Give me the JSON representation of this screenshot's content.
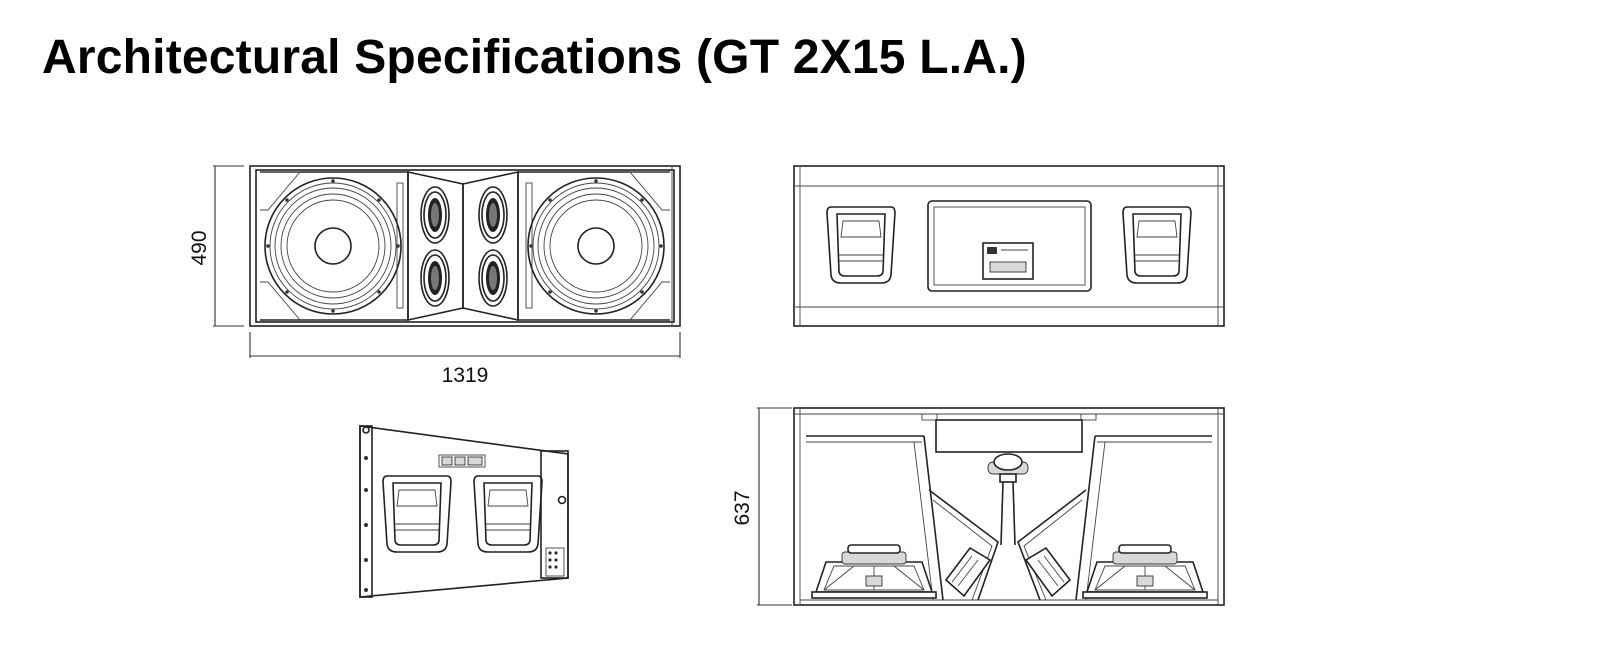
{
  "page": {
    "title": "Architectural Specifications (GT 2X15 L.A.)"
  },
  "dimensions": {
    "front_height": "490",
    "front_width": "1319",
    "side_depth": "637"
  },
  "colors": {
    "line": "#222222",
    "background": "#ffffff"
  },
  "views": [
    "front-view",
    "top-view",
    "side-view",
    "bottom-section-view"
  ]
}
